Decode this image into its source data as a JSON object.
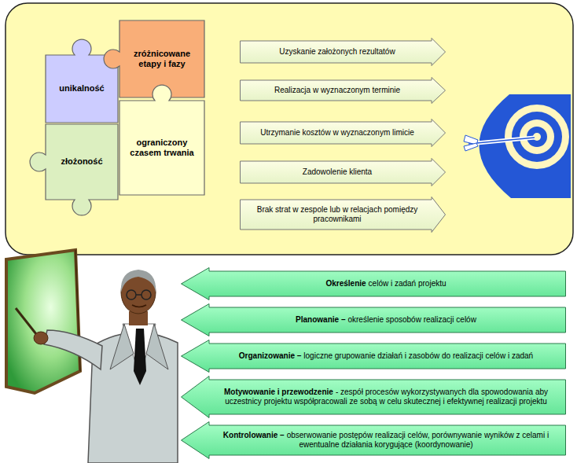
{
  "diagram": {
    "nodes": [
      {
        "text": [
          "unikalność"
        ]
      },
      {
        "text": [
          "zróżnicowane etapy i fazy"
        ]
      },
      {
        "text": [
          "złożoność"
        ]
      },
      {
        "text": [
          "ograniczony czasem trwania"
        ]
      },
      {
        "text": [
          "Uzyskanie założonych rezultatów"
        ]
      },
      {
        "text": [
          "Realizacja w wyznaczonym terminie"
        ]
      },
      {
        "text": [
          "Utrzymanie kosztów w wyznaczonym limicie"
        ]
      },
      {
        "text": [
          "Zadowolenie klienta"
        ]
      },
      {
        "text": [
          "Brak strat w zespole lub w relacjach pomiędzy pracownikami"
        ]
      },
      {
        "text": [
          "Określenie",
          "celów i zadań projektu"
        ]
      },
      {
        "text": [
          "Planowanie –",
          "określenie sposobów realizacji celów"
        ]
      },
      {
        "text": [
          "Organizowanie –",
          "logiczne grupowanie działań i zasobów do realizacji celów i zadań"
        ]
      },
      {
        "text": [
          "Motywowanie i przewodzenie",
          "- zespół procesów wykorzystywanych dla spowodowania aby uczestnicy projektu współpracowali ze sobą w celu skutecznej i efektywnej realizacji projektu"
        ]
      },
      {
        "text": [
          "Kontrolowanie –",
          "obserwowanie postępów realizacji celów, porównywanie wyników z celami i ewentualne działania korygujące (koordynowanie)"
        ]
      }
    ]
  }
}
